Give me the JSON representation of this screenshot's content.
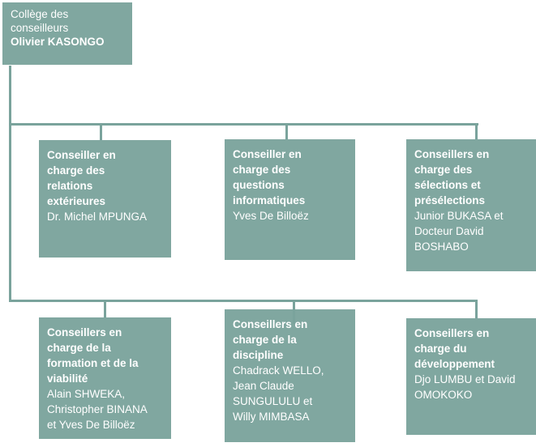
{
  "palette": {
    "node_fill": "#80a7a0",
    "connector": "#7aa39c",
    "text": "#ffffff"
  },
  "root": {
    "title": "Collège des\nconseilleurs",
    "name": "Olivier KASONGO"
  },
  "tier1": [
    {
      "title": "Conseiller en\ncharge des\nrelations\nextérieures",
      "members": "Dr. Michel MPUNGA"
    },
    {
      "title": "Conseiller en\ncharge des\nquestions\ninformatiques",
      "members": "Yves De Billoëz"
    },
    {
      "title": "Conseillers en\ncharge des\nsélections et\nprésélections",
      "members": "Junior BUKASA et\nDocteur David\nBOSHABO"
    }
  ],
  "tier2": [
    {
      "title": "Conseillers en\ncharge de la\nformation et de la\nviabilité",
      "members": "Alain SHWEKA,\nChristopher BINANA\net Yves De Billoëz"
    },
    {
      "title": "Conseillers en\ncharge de la\ndiscipline",
      "members": "Chadrack WELLO,\nJean Claude\nSUNGULULU et\nWilly MIMBASA"
    },
    {
      "title": "Conseillers en\ncharge du\ndéveloppement",
      "members": "Djo LUMBU et David\nOMOKOKO"
    }
  ]
}
